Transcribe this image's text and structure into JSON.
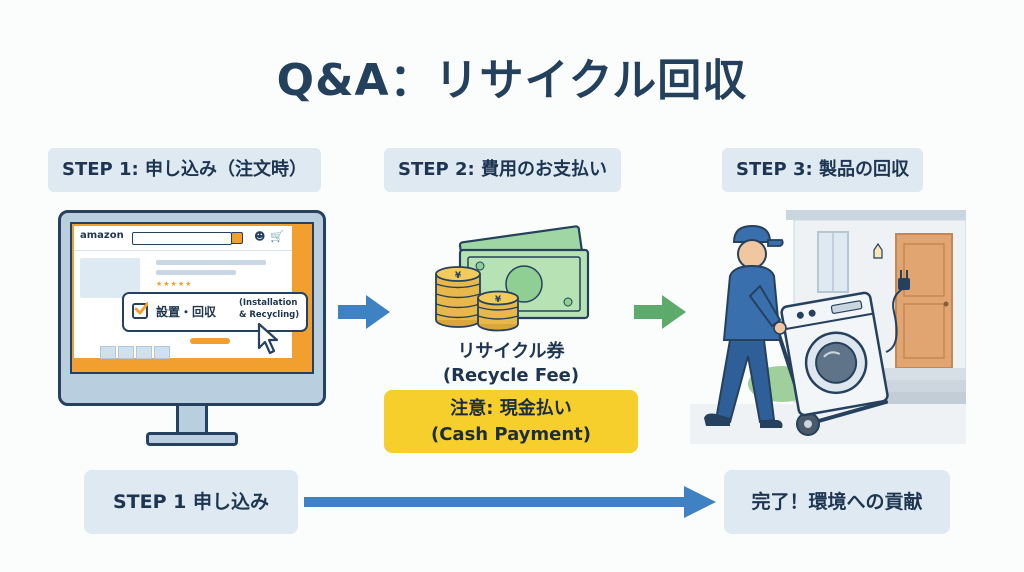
{
  "title": "Q&A：リサイクル回収",
  "steps": [
    {
      "label": "STEP 1: 申し込み（注文時）"
    },
    {
      "label": "STEP 2: 費用のお支払い"
    },
    {
      "label": "STEP 3: 製品の回収"
    }
  ],
  "step1_screen": {
    "logo": "amazon",
    "stars": "★★★★★",
    "option_label": "設置・回収",
    "option_en_line1": "(Installation",
    "option_en_line2": "& Recycling)"
  },
  "step2": {
    "caption_line1": "リサイクル券",
    "caption_line2": "(Recycle Fee)",
    "note_line1": "注意: 現金払い",
    "note_line2": "(Cash Payment)",
    "coin_symbol": "¥"
  },
  "bottom": {
    "start_label": "STEP 1 申し込み",
    "end_label": "完了！環境への貢献"
  },
  "colors": {
    "arrow_blue": "#3f82c4",
    "arrow_green": "#5cab6c",
    "note_yellow": "#f6cf2c",
    "label_bg": "#dfe9f2",
    "amazon_orange": "#f1a030"
  },
  "icons": [
    "search-icon",
    "user-icon",
    "cart-icon",
    "checkbox-icon",
    "cursor-icon",
    "coin-icon",
    "banknote-icon",
    "worker-icon",
    "washing-machine-icon",
    "hand-truck-icon",
    "house-icon",
    "door-icon",
    "power-plug-icon"
  ]
}
